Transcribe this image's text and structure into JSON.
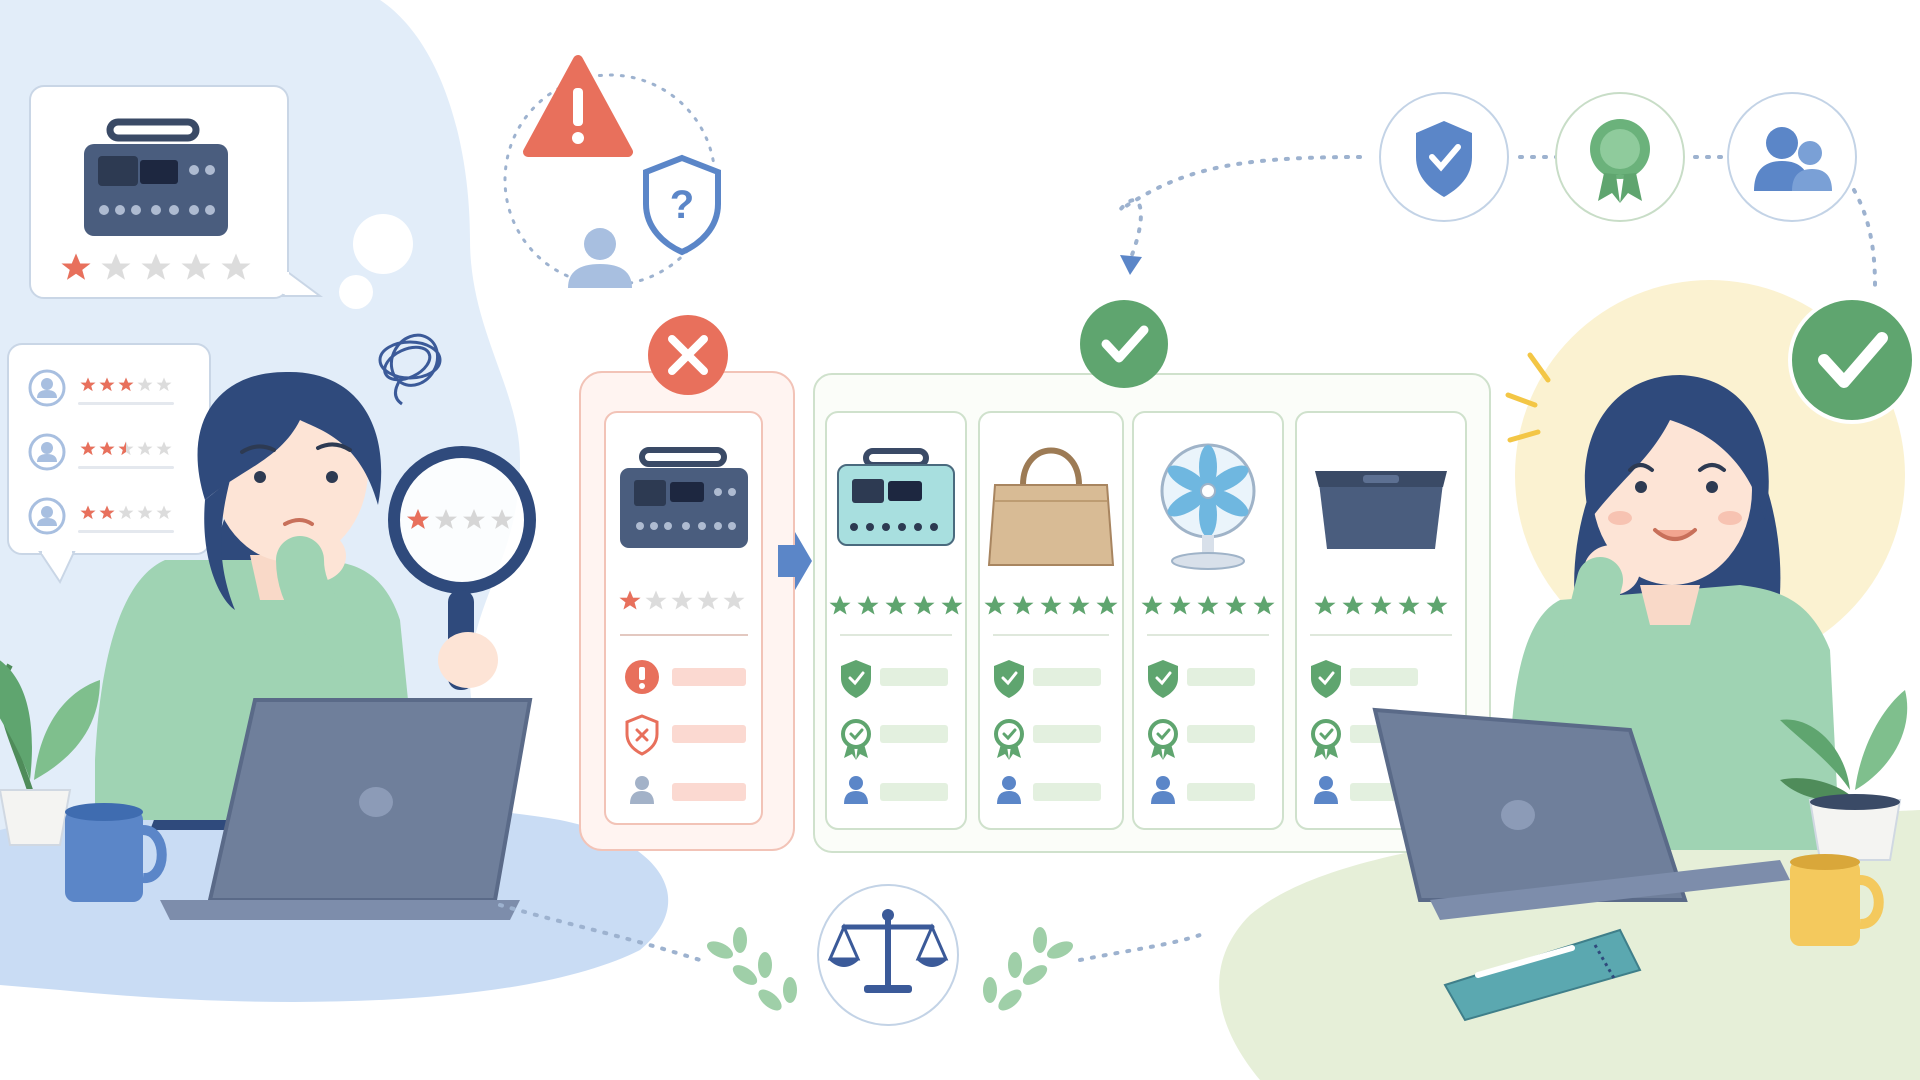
{
  "illustration": {
    "theme_colors": {
      "negative": "#e8705c",
      "positive": "#5fa56f",
      "accent_blue": "#5b86c8",
      "left_background": "#dce9f8",
      "right_background": "#e5efd6",
      "highlight_glow": "#fbf1cc",
      "sweater": "#9fd3b3",
      "hair": "#2f4a7c",
      "laptop": "#6f7f9b"
    },
    "left_scene": {
      "thought_bubble": {
        "product_icon": "portable-power-station-icon",
        "rating": {
          "stars_filled": 1,
          "stars_total": 5
        }
      },
      "review_bubble": {
        "reviews": [
          {
            "avatar_icon": "user-avatar-icon",
            "rating": 3,
            "stars_total": 5
          },
          {
            "avatar_icon": "user-avatar-icon",
            "rating": 2.5,
            "stars_total": 5
          },
          {
            "avatar_icon": "user-avatar-icon",
            "rating": 2,
            "stars_total": 5
          }
        ]
      },
      "magnifier_rating": {
        "stars_filled": 1,
        "stars_total": 4
      },
      "doubt_icons": [
        "warning-triangle-icon",
        "shield-question-icon",
        "user-icon"
      ]
    },
    "comparison": {
      "rejected_card": {
        "status_icon": "x-circle-icon",
        "product_icon": "portable-power-station-icon",
        "rating": {
          "stars_filled": 1,
          "stars_total": 5
        },
        "criteria_icons": [
          "exclamation-circle-icon",
          "shield-x-icon",
          "user-icon"
        ]
      },
      "approved_group": {
        "status_icon": "check-circle-icon",
        "cards": [
          {
            "product_icon": "power-station-mint-icon",
            "rating": 5
          },
          {
            "product_icon": "handbag-icon",
            "rating": 5
          },
          {
            "product_icon": "desk-fan-icon",
            "rating": 5
          },
          {
            "product_icon": "storage-box-icon",
            "rating": 5
          }
        ],
        "criteria_icons": [
          "shield-check-icon",
          "award-badge-icon",
          "user-icon"
        ]
      }
    },
    "trust_badges": [
      "shield-check-icon",
      "award-rosette-icon",
      "user-group-icon"
    ],
    "bottom_icon": "balance-scale-icon",
    "right_scene": {
      "status_icon": "check-circle-icon",
      "mood": "satisfied"
    }
  }
}
